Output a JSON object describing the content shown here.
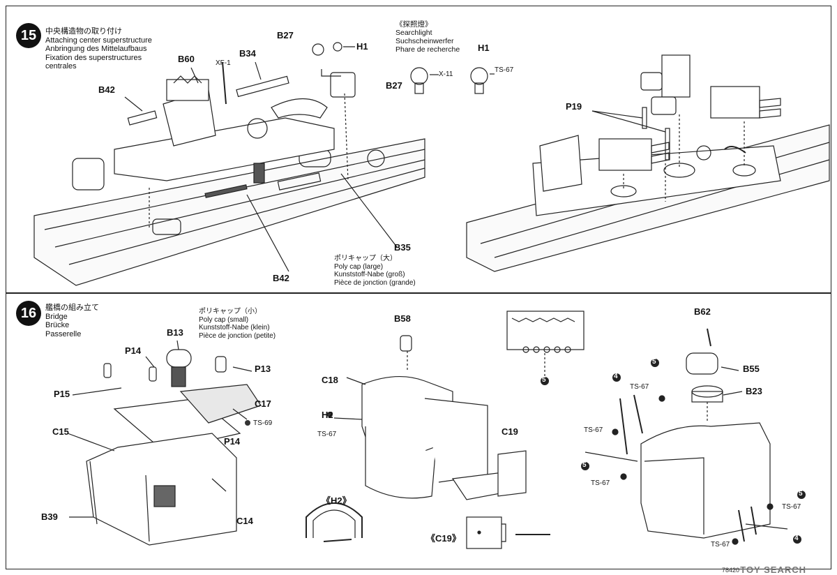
{
  "step15": {
    "number": "15",
    "title": [
      "中央構造物の取り付け",
      "Attaching center superstructure",
      "Anbringung des Mittelaufbaus",
      "Fixation des superstructures",
      "centrales"
    ],
    "searchlight": [
      "《探照燈》",
      "Searchlight",
      "Suchscheinwerfer",
      "Phare de recherche"
    ],
    "polycap_large": [
      "ポリキャップ（大）",
      "Poly cap (large)",
      "Kunststoff-Nabe (groß)",
      "Pièce de jonction (grande)"
    ],
    "labels": {
      "b27a": "B27",
      "h1a": "H1",
      "b60": "B60",
      "xf1": "XF-1",
      "b34": "B34",
      "b42a": "B42",
      "b35": "B35",
      "b42b": "B42",
      "h1b": "H1",
      "b27b": "B27",
      "x11": "X-11",
      "ts67a": "TS-67",
      "p19": "P19"
    }
  },
  "step16": {
    "number": "16",
    "title": [
      "艦橋の組み立て",
      "Bridge",
      "Brücke",
      "Passerelle"
    ],
    "polycap_small": [
      "ポリキャップ（小）",
      "Poly cap (small)",
      "Kunststoff-Nabe (klein)",
      "Pièce de jonction (petite)"
    ],
    "labels": {
      "b13": "B13",
      "p14a": "P14",
      "p13": "P13",
      "p15": "P15",
      "c17": "C17",
      "ts69": "TS-69",
      "c15": "C15",
      "p14b": "P14",
      "b39": "B39",
      "c14": "C14",
      "b58": "B58",
      "c18": "C18",
      "h2": "H2",
      "ts67b": "TS-67",
      "c19": "C19",
      "h2_detail": "《H2》",
      "c19_detail": "《C19》",
      "b62": "B62",
      "b55": "B55",
      "b23": "B23",
      "ts67c": "TS-67",
      "ts67d": "TS-67",
      "ts67e": "TS-67",
      "ts67f": "TS-67",
      "ts67g": "TS-67",
      "n5a": "5",
      "n5b": "5",
      "n5c": "5",
      "n5d": "5",
      "n4a": "4",
      "n4b": "4"
    }
  },
  "footer": {
    "code": "78420",
    "watermark": "TOY SEARCH"
  }
}
